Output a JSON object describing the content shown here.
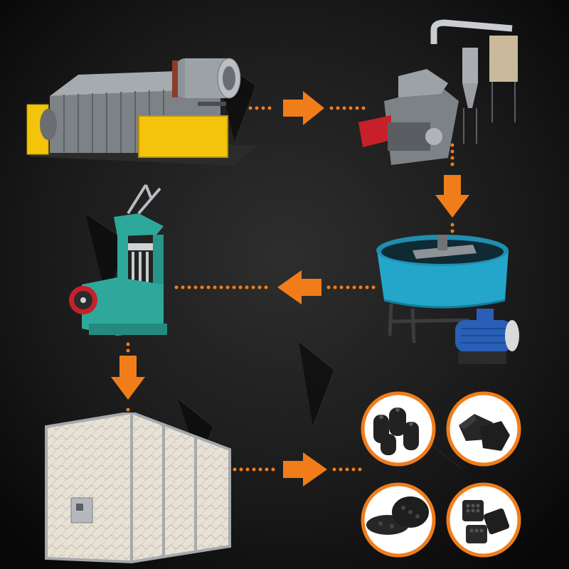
{
  "colors": {
    "background": "#141414",
    "arrow": "#f07d1a",
    "dot": "#f07d1a",
    "machine_gray": "#8e9398",
    "machine_yellow": "#f4c40c",
    "machine_teal": "#2ea89a",
    "mixer_blue": "#23a6c9",
    "motor_blue": "#2a5fb8",
    "crusher_red": "#c8202a",
    "charcoal": "#262626"
  },
  "process_steps": [
    {
      "id": "carbonization-furnace",
      "icon": "carbonization-furnace-icon"
    },
    {
      "id": "hammer-crusher",
      "icon": "hammer-crusher-icon"
    },
    {
      "id": "wheel-mixer",
      "icon": "wheel-mixer-icon"
    },
    {
      "id": "briquette-press",
      "icon": "briquette-press-icon"
    },
    {
      "id": "drying-room",
      "icon": "drying-room-icon"
    },
    {
      "id": "charcoal-products",
      "icon": "charcoal-products-icon"
    }
  ],
  "products": [
    {
      "id": "honeycomb-cylinders",
      "icon": "honeycomb-cylinder-briquettes-icon"
    },
    {
      "id": "pillow-cubes",
      "icon": "pillow-briquettes-icon"
    },
    {
      "id": "round-discs",
      "icon": "disc-briquettes-icon"
    },
    {
      "id": "square-honeycomb",
      "icon": "square-honeycomb-briquettes-icon"
    }
  ]
}
